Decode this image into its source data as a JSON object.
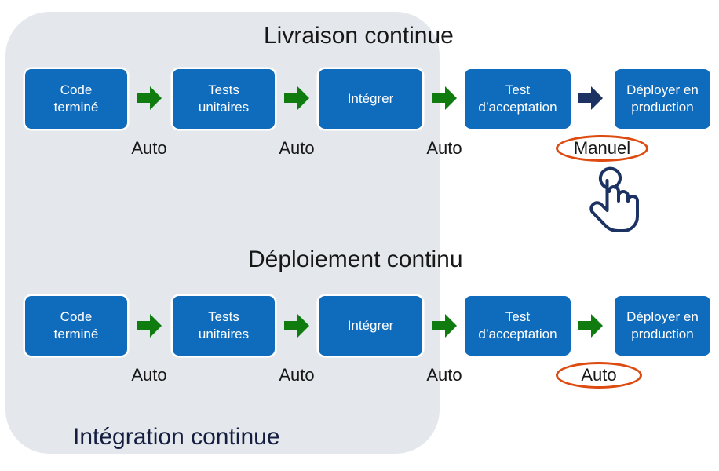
{
  "diagram": {
    "ci_panel_label": "Intégration continue",
    "sections": [
      {
        "id": "continuous-delivery",
        "title": "Livraison continue",
        "stages": [
          {
            "line1": "Code",
            "line2": "terminé"
          },
          {
            "line1": "Tests",
            "line2": "unitaires"
          },
          {
            "line1": "Intégrer",
            "line2": ""
          },
          {
            "line1": "Test",
            "line2": "d’acceptation"
          },
          {
            "line1": "Déployer en",
            "line2": "production"
          }
        ],
        "connectors": [
          {
            "label": "Auto",
            "color": "green",
            "highlighted": false
          },
          {
            "label": "Auto",
            "color": "green",
            "highlighted": false
          },
          {
            "label": "Auto",
            "color": "green",
            "highlighted": false
          },
          {
            "label": "Manuel",
            "color": "navy",
            "highlighted": true
          }
        ]
      },
      {
        "id": "continuous-deployment",
        "title": "Déploiement continu",
        "stages": [
          {
            "line1": "Code",
            "line2": "terminé"
          },
          {
            "line1": "Tests",
            "line2": "unitaires"
          },
          {
            "line1": "Intégrer",
            "line2": ""
          },
          {
            "line1": "Test",
            "line2": "d’acceptation"
          },
          {
            "line1": "Déployer en",
            "line2": "production"
          }
        ],
        "connectors": [
          {
            "label": "Auto",
            "color": "green",
            "highlighted": false
          },
          {
            "label": "Auto",
            "color": "green",
            "highlighted": false
          },
          {
            "label": "Auto",
            "color": "green",
            "highlighted": false
          },
          {
            "label": "Auto",
            "color": "green",
            "highlighted": true
          }
        ]
      }
    ],
    "icons": {
      "tap_hand": "tap-hand-icon"
    },
    "colors": {
      "stage_blue": "#0F6CBD",
      "arrow_green": "#107C10",
      "arrow_navy": "#1B3263",
      "panel_grey": "#E4E8EC",
      "highlight_orange": "#DD4B11",
      "ci_label_navy": "#151E41",
      "text_dark": "#171717",
      "stage_text": "#FFFFFF",
      "background": "#FFFFFF"
    }
  }
}
